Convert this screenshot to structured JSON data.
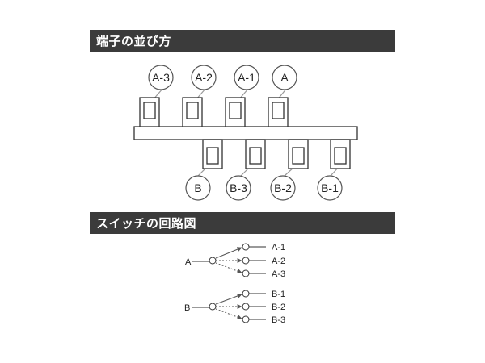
{
  "sections": {
    "terminal_title": "端子の並び方",
    "circuit_title": "スイッチの回路図"
  },
  "terminals": {
    "top_labels": [
      "A-3",
      "A-2",
      "A-1",
      "A"
    ],
    "bottom_labels": [
      "B",
      "B-3",
      "B-2",
      "B-1"
    ]
  },
  "circuit": {
    "groups": [
      {
        "input": "A",
        "outputs": [
          "A-1",
          "A-2",
          "A-3"
        ]
      },
      {
        "input": "B",
        "outputs": [
          "B-1",
          "B-2",
          "B-3"
        ]
      }
    ]
  },
  "colors": {
    "header_bg": "#3b3b3b",
    "header_text": "#ffffff",
    "stroke": "#333333",
    "circle_stroke": "#555555"
  }
}
